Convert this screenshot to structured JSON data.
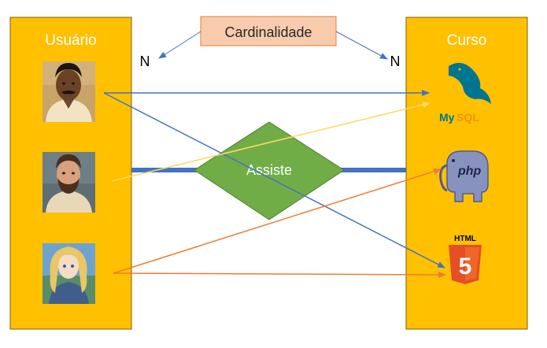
{
  "entities": {
    "left": {
      "label": "Usuário",
      "color": "#FFC000"
    },
    "right": {
      "label": "Curso",
      "color": "#FFC000"
    }
  },
  "relationship": {
    "label": "Assiste",
    "color": "#70AD47"
  },
  "cardinality": {
    "label": "Cardinalidade",
    "left": "N",
    "right": "N",
    "box_color": "#F8CBAD"
  },
  "users": [
    {
      "name": "avatar-man-dark-skin-mustache"
    },
    {
      "name": "avatar-man-beard"
    },
    {
      "name": "avatar-woman-blonde-hair"
    }
  ],
  "courses": [
    {
      "name": "mysql-logo",
      "text_blue": "My",
      "text_orange": "SQL"
    },
    {
      "name": "php-logo",
      "text": "php"
    },
    {
      "name": "html5-logo",
      "label": "HTML",
      "digit": "5"
    }
  ],
  "colors": {
    "connector": "#4472C4",
    "arrow_blue": "#4472C4",
    "arrow_yellow": "#FFD966",
    "arrow_orange": "#ED7D31",
    "border": "#7F6000"
  }
}
